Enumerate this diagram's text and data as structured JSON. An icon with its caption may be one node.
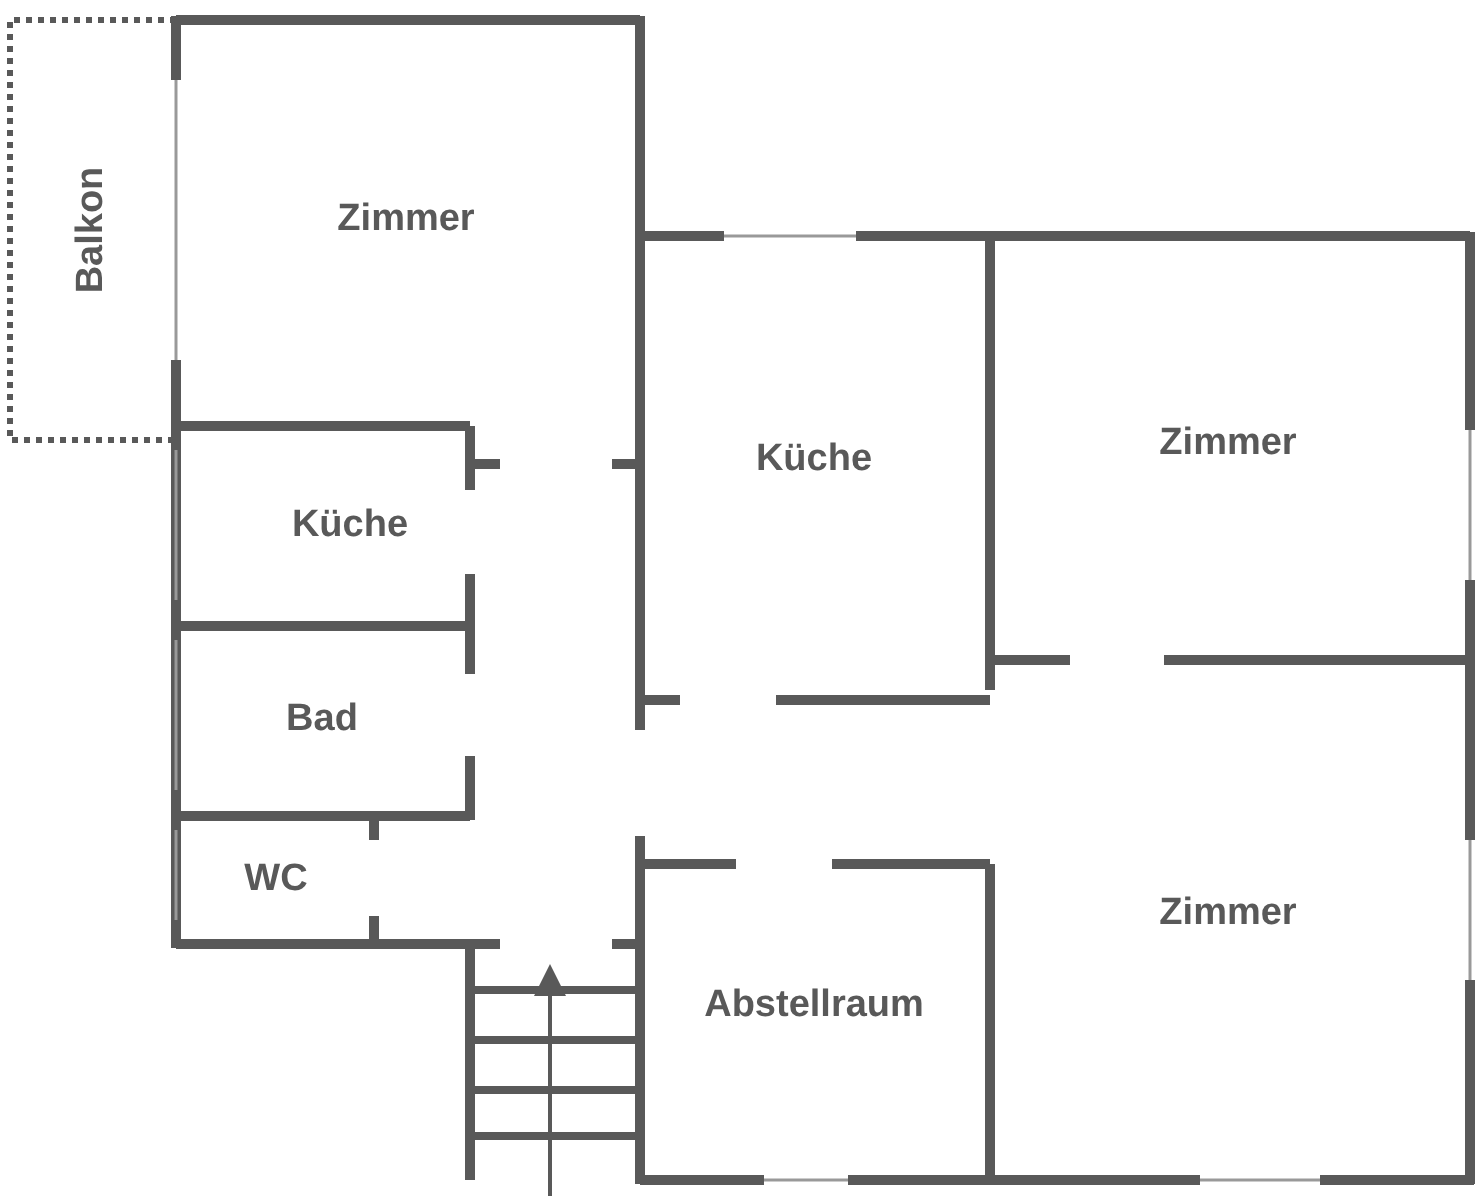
{
  "diagram": {
    "nodes": [
      {
        "text": [
          "Balkon"
        ]
      },
      {
        "text": [
          "Zimmer"
        ]
      },
      {
        "text": [
          "Küche"
        ]
      },
      {
        "text": [
          "Bad"
        ]
      },
      {
        "text": [
          "WC"
        ]
      },
      {
        "text": [
          "Küche"
        ]
      },
      {
        "text": [
          "Zimmer"
        ]
      },
      {
        "text": [
          "Zimmer"
        ]
      },
      {
        "text": [
          "Abstellraum"
        ]
      }
    ]
  }
}
